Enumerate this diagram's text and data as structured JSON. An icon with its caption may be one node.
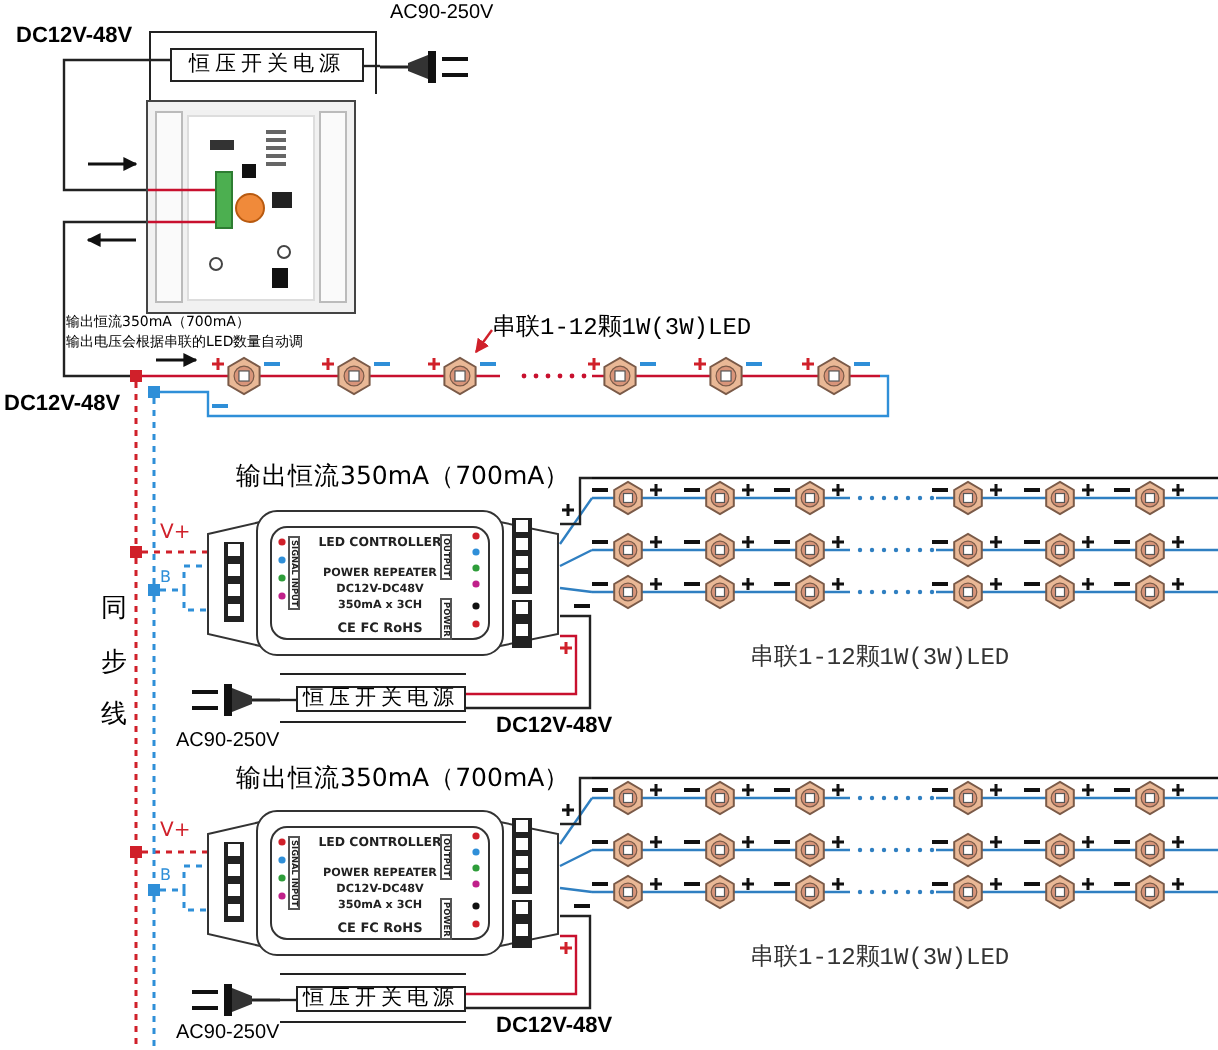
{
  "diagram": {
    "nodes": [
      {
        "text": [
          "恒压开关电源"
        ]
      },
      {
        "text": [],
        "shape": "picture"
      },
      {
        "text": [],
        "shape": "picture",
        "beside": [
          "AC90-250V"
        ]
      },
      {
        "text": [
          "串联1-12颗1W(3W)LED"
        ]
      },
      {
        "text": [],
        "shape": "picture"
      },
      {
        "text": [
          "LED CONTROLLER",
          "SIGNAL INPUT",
          "OUTPUT",
          "POWER REPEATER",
          "DC12V-DC48V",
          "350mA x 3CH",
          "CE FC RoHS",
          "POWER"
        ],
        "beside": [
          "输出恒流350mA（700mA）"
        ]
      },
      {
        "text": [],
        "shape": "picture",
        "beside": [
          "串联1-12颗1W(3W)LED"
        ]
      },
      {
        "text": [
          "恒压开关电源"
        ]
      },
      {
        "text": [],
        "shape": "picture",
        "beside": [
          "AC90-250V"
        ]
      },
      {
        "text": [
          "LED CONTROLLER",
          "SIGNAL INPUT",
          "OUTPUT",
          "POWER REPEATER",
          "DC12V-DC48V",
          "350mA x 3CH",
          "CE FC RoHS",
          "POWER"
        ],
        "beside": [
          "输出恒流350mA（700mA）"
        ]
      },
      {
        "text": [],
        "shape": "picture",
        "beside": [
          "串联1-12颗1W(3W)LED"
        ]
      },
      {
        "text": [
          "恒压开关电源"
        ]
      },
      {
        "text": [],
        "shape": "picture",
        "beside": [
          "AC90-250V"
        ]
      },
      {
        "text": [],
        "shape": "box"
      },
      {
        "text": [],
        "shape": "box"
      },
      {
        "text": [],
        "shape": "box"
      },
      {
        "text": [],
        "shape": "box"
      },
      {
        "text": [],
        "shape": "box"
      },
      {
        "text": [],
        "shape": "box"
      }
    ],
    "edges": [
      {
        "from": 2,
        "to": 0,
        "arrow": "none"
      },
      {
        "from": 0,
        "to": 1,
        "arrow": "none"
      },
      {
        "from": 1,
        "to": 13,
        "arrow": "none"
      },
      {
        "from": 13,
        "to": 4,
        "arrow": "none",
        "color": "#c8102e"
      },
      {
        "from": 3,
        "to": 4,
        "arrow": "to",
        "color": "#d0202a"
      },
      {
        "from": 13,
        "to": 15,
        "arrow": "none",
        "style": "dashed",
        "color": "#d0202a"
      },
      {
        "from": 15,
        "to": 5,
        "arrow": "none",
        "style": "dashed",
        "color": "#d0202a"
      },
      {
        "from": 15,
        "to": 17,
        "arrow": "none",
        "style": "dashed",
        "color": "#d0202a"
      },
      {
        "from": 17,
        "to": 9,
        "arrow": "none",
        "style": "dashed",
        "color": "#d0202a"
      },
      {
        "from": 17,
        "to": null,
        "arrow": "none",
        "style": "dashed",
        "color": "#d0202a"
      },
      {
        "from": 14,
        "to": 4,
        "arrow": "none",
        "color": "#2f8fd8"
      },
      {
        "from": 14,
        "to": 16,
        "arrow": "none",
        "style": "dashed",
        "color": "#2f8fd8"
      },
      {
        "from": 16,
        "to": 5,
        "arrow": "none",
        "style": "dashed",
        "color": "#2f8fd8"
      },
      {
        "from": 16,
        "to": 18,
        "arrow": "none",
        "style": "dashed",
        "color": "#2f8fd8"
      },
      {
        "from": 18,
        "to": 9,
        "arrow": "none",
        "style": "dashed",
        "color": "#2f8fd8"
      },
      {
        "from": 18,
        "to": null,
        "arrow": "none",
        "style": "dashed",
        "color": "#2f8fd8"
      },
      {
        "from": 5,
        "to": 6,
        "arrow": "none",
        "color": "#2f7fc1"
      },
      {
        "from": 5,
        "to": 6,
        "arrow": "none"
      },
      {
        "from": 8,
        "to": 7,
        "arrow": "none"
      },
      {
        "from": 7,
        "to": 5,
        "arrow": "none",
        "color": "#c8102e"
      },
      {
        "from": 9,
        "to": 10,
        "arrow": "none",
        "color": "#2f7fc1"
      },
      {
        "from": 9,
        "to": 10,
        "arrow": "none"
      },
      {
        "from": 12,
        "to": 11,
        "arrow": "none"
      },
      {
        "from": 11,
        "to": 9,
        "arrow": "none",
        "color": "#c8102e"
      },
      {
        "from": 7,
        "to": 5,
        "arrow": "none"
      },
      {
        "from": 11,
        "to": 9,
        "arrow": "none"
      }
    ],
    "labels": [
      "DC12V-48V",
      "输出恒流350mA（700mA）",
      "输出电压会根据串联的LED数量自动调",
      "DC12V-48V",
      "V+",
      "B",
      "同步线",
      "DC12V-48V",
      "V+",
      "B",
      "DC12V-48V"
    ]
  }
}
